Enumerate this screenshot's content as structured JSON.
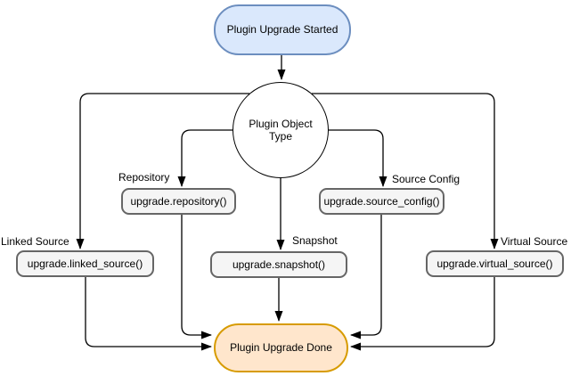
{
  "diagram": {
    "start": {
      "label": "Plugin Upgrade Started",
      "fill": "#dae8fc",
      "stroke": "#6c8ebf"
    },
    "decision": {
      "label": "Plugin Object Type",
      "line1": "Plugin Object",
      "line2": "Type",
      "fill": "#ffffff",
      "stroke": "#000000"
    },
    "branches": [
      {
        "condition": "Repository",
        "action": "upgrade.repository()"
      },
      {
        "condition": "Source Config",
        "action": "upgrade.source_config()"
      },
      {
        "condition": "Linked Source",
        "action": "upgrade.linked_source()"
      },
      {
        "condition": "Snapshot",
        "action": "upgrade.snapshot()"
      },
      {
        "condition": "Virtual Source",
        "action": "upgrade.virtual_source()"
      }
    ],
    "end": {
      "label": "Plugin Upgrade Done",
      "fill": "#ffe6cc",
      "stroke": "#d79b00"
    },
    "action_box": {
      "fill": "#f5f5f5",
      "stroke": "#666666"
    },
    "edge_color": "#000000",
    "background": "#ffffff"
  }
}
